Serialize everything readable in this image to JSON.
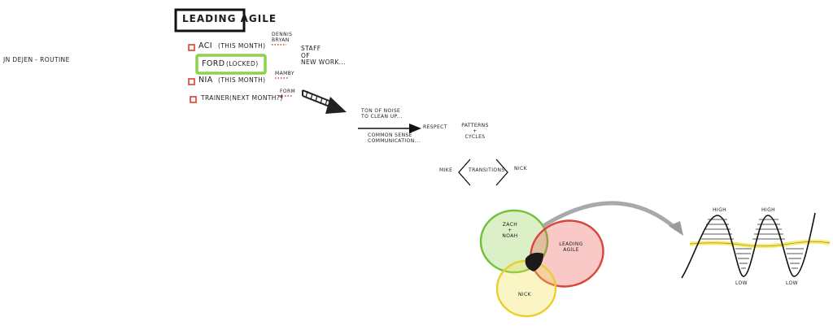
{
  "title_box": "LEADING AGILE",
  "side_note": "JN DEJEN - ROUTINE",
  "clients": [
    {
      "name": "ACI",
      "note": "(THIS MONTH)",
      "tag": "DENNIS\nBRYAN",
      "checked": false
    },
    {
      "name": "FORD",
      "note": "(LOCKED)",
      "tag": "",
      "checked": false,
      "highlight": true
    },
    {
      "name": "NIA",
      "note": "(THIS MONTH)",
      "tag": "MAMBY",
      "checked": false
    },
    {
      "name": "TRAINER",
      "note": "(NEXT MONTH?)",
      "tag": "FORM\n4",
      "checked": false
    }
  ],
  "staging_note": "STAFF\nOF\nNEW WORK...",
  "flow": {
    "top_text": "TON OF NOISE\nTO CLEAN UP...",
    "bottom_text": "COMMON SENSE\nCOMMUNICATION...",
    "respect": "RESPECT",
    "patterns": "PATTERNS\n+\nCYCLES"
  },
  "transitions": {
    "left": "MIKE",
    "center": "TRANSITIONS",
    "right": "NICK"
  },
  "venn": {
    "green": "ZACH\n+\nNOAH",
    "red": "LEADING\nAGILE",
    "yellow": "NICK",
    "colors": {
      "green": "#8fd14f",
      "red": "#e8574f",
      "yellow": "#f4e04d",
      "center": "#1a1a1a"
    }
  },
  "wave": {
    "peaks": [
      "HIGH",
      "HIGH"
    ],
    "troughs": [
      "LOW",
      "LOW"
    ],
    "baseline_color": "#f7e65a"
  },
  "accent_colors": {
    "checkbox": "#e33b2e",
    "highlight": "#8fd14f",
    "arrow": "#a9a9a9"
  }
}
